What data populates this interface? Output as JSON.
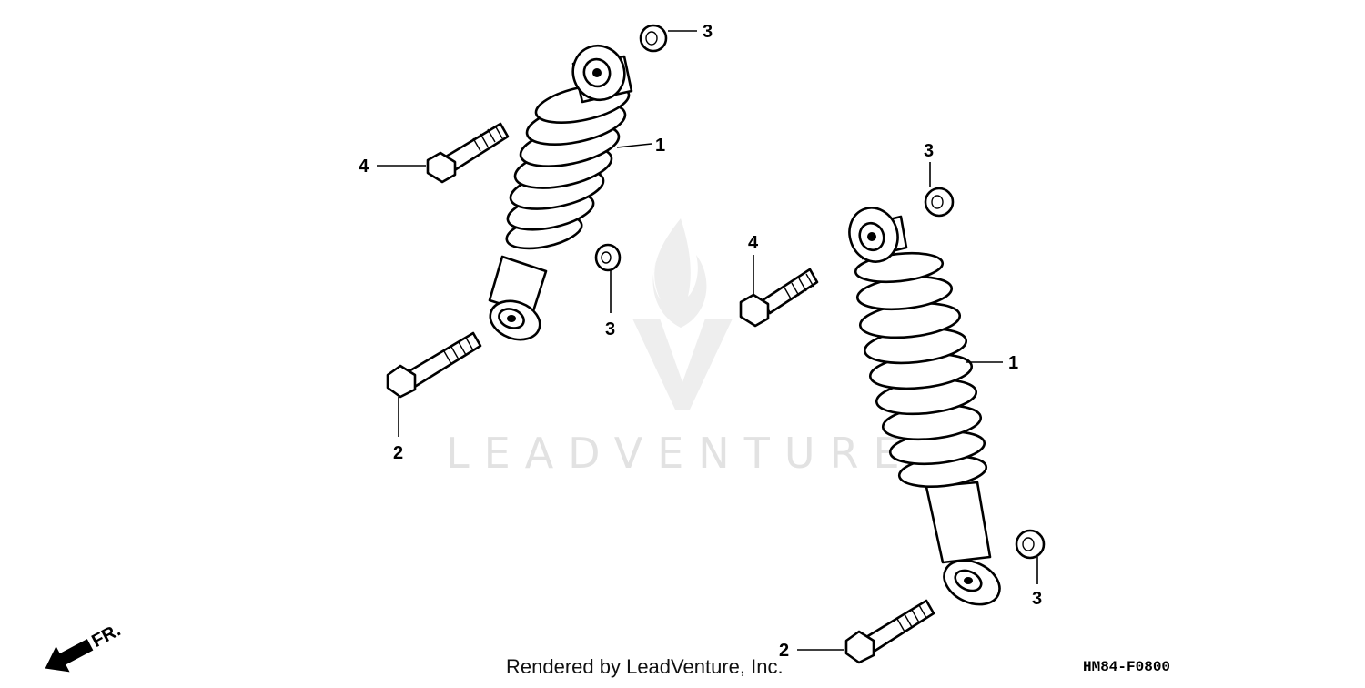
{
  "diagram": {
    "callouts": {
      "left_nut_top": "3",
      "left_shock": "1",
      "left_upper_bolt": "4",
      "left_nut_bottom": "3",
      "left_lower_bolt": "2",
      "right_nut_top": "3",
      "right_upper_bolt": "4",
      "right_shock": "1",
      "right_nut_bottom": "3",
      "right_lower_bolt": "2"
    },
    "front_direction_label": "FR.",
    "watermark_logo": "LEADVENTURE",
    "credit": "Rendered by LeadVenture, Inc.",
    "diagram_code": "HM84-F0800"
  }
}
